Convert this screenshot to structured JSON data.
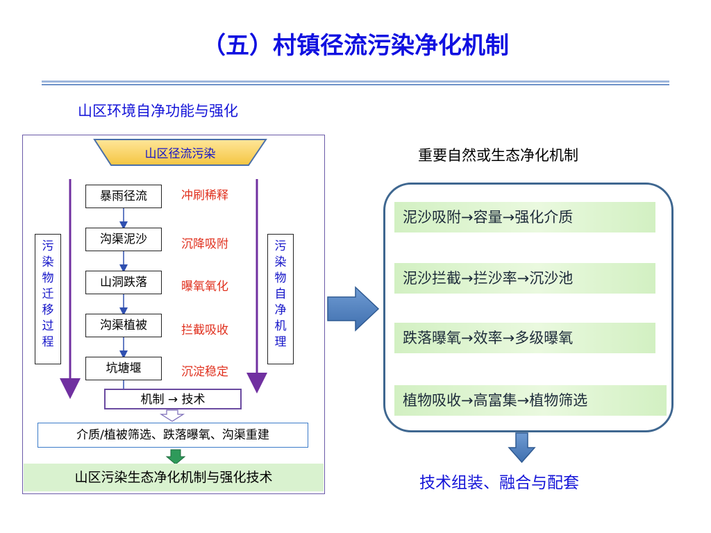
{
  "title": "（五）村镇径流污染净化机制",
  "left": {
    "subtitle": "山区环境自净功能与强化",
    "top_label": "山区径流污染",
    "steps": [
      "暴雨径流",
      "沟渠泥沙",
      "山洞跌落",
      "沟渠植被",
      "坑塘堰"
    ],
    "processes": [
      "冲刷稀释",
      "沉降吸附",
      "曝氧氧化",
      "拦截吸收",
      "沉淀稳定"
    ],
    "side_left": [
      "污",
      "染",
      "物",
      "迁",
      "移",
      "过",
      "程"
    ],
    "side_right": [
      "污",
      "染",
      "物",
      "自",
      "净",
      "机",
      "理"
    ],
    "mech_tech": "机制 → 技术",
    "medium": "介质/植被筛选、跌落曝氧、沟渠重建",
    "bottom": "山区污染生态净化机制与强化技术"
  },
  "right": {
    "title": "重要自然或生态净化机制",
    "items": [
      "泥沙吸附→容量→强化介质",
      "泥沙拦截→拦沙率→沉沙池",
      "跌落曝氧→效率→多级曝氧",
      "植物吸收→高富集→植物筛选"
    ],
    "assemble": "技术组装、融合与配套"
  },
  "colors": {
    "title": "#1010e0",
    "process_text": "#e0301e",
    "side_text": "#1414c8",
    "funnel": "#ffd966",
    "big_arrow": "#4f81bd",
    "green_arrow": "#2e9a5a",
    "purple_line": "#7030a0"
  }
}
